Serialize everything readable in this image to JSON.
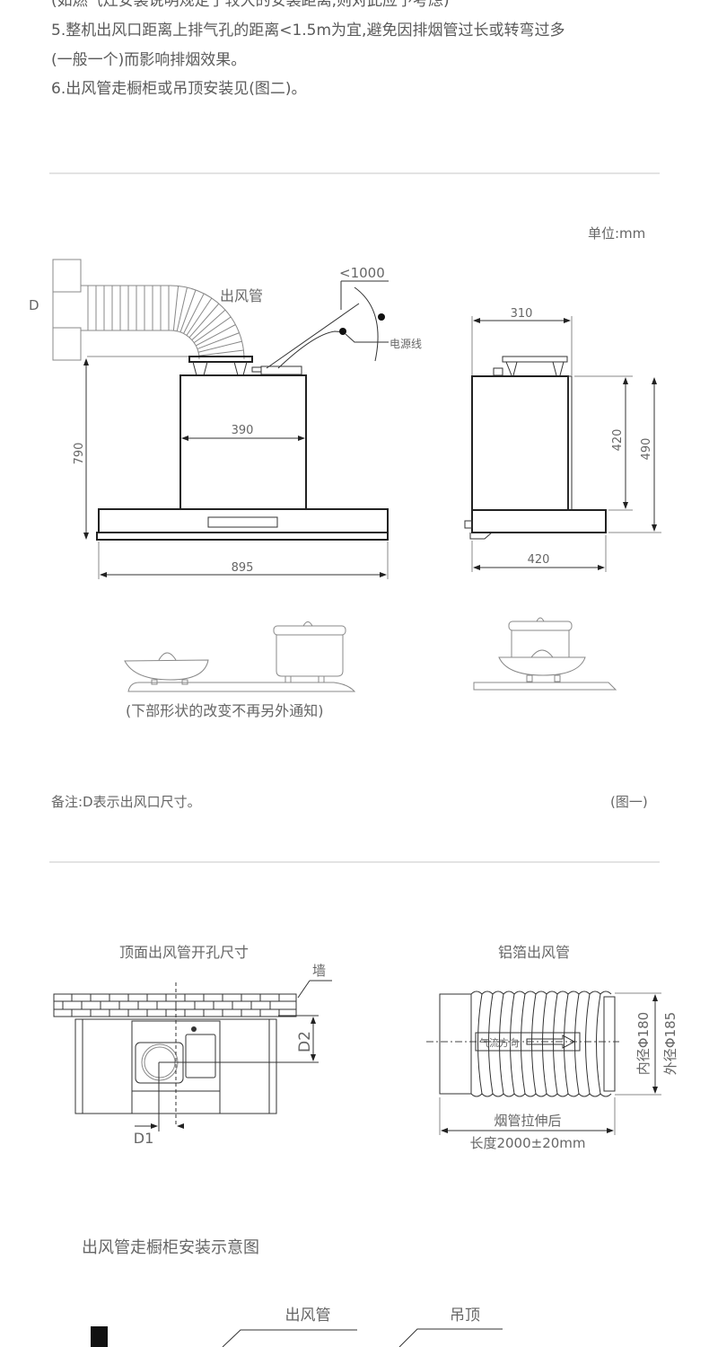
{
  "instructions": {
    "line_cut": "(如燃气灶安装说明规定了较大的安装距离,则对此应予考虑)",
    "line5a": "5.整机出风口距离上排气孔的距离<1.5m为宜,避免因排烟管过长或转弯过多",
    "line5b": "(一般一个)而影响排烟效果。",
    "line6": "6.出风管走橱柜或吊顶安装见(图二)。"
  },
  "figure1": {
    "unit": "单位:mm",
    "d_label": "D",
    "duct_label": "出风管",
    "cord_range": "<1000",
    "cord_label": "电源线",
    "dim_height": "790",
    "dim_body_width": "390",
    "dim_total_width": "895",
    "dim_side_top": "310",
    "dim_side_body_height": "420",
    "dim_side_total_height": "490",
    "dim_side_depth": "420",
    "cookware_note": "(下部形状的改变不再另外通知)",
    "remark": "备注:D表示出风口尺寸。",
    "figure_label": "(图一)"
  },
  "figure2": {
    "top_title": "顶面出风管开孔尺寸",
    "wall_label": "墙",
    "d1_label": "D1",
    "d2_label": "D2",
    "duct_title": "铝箔出风管",
    "airflow_label": "气流方向",
    "inner_diameter": "内径Φ180",
    "outer_diameter": "外径Φ185",
    "stretched_label": "烟管拉伸后",
    "length_label": "长度2000±20mm"
  },
  "cabinet": {
    "title": "出风管走橱柜安装示意图",
    "duct_label": "出风管",
    "ceiling_label": "吊顶"
  }
}
